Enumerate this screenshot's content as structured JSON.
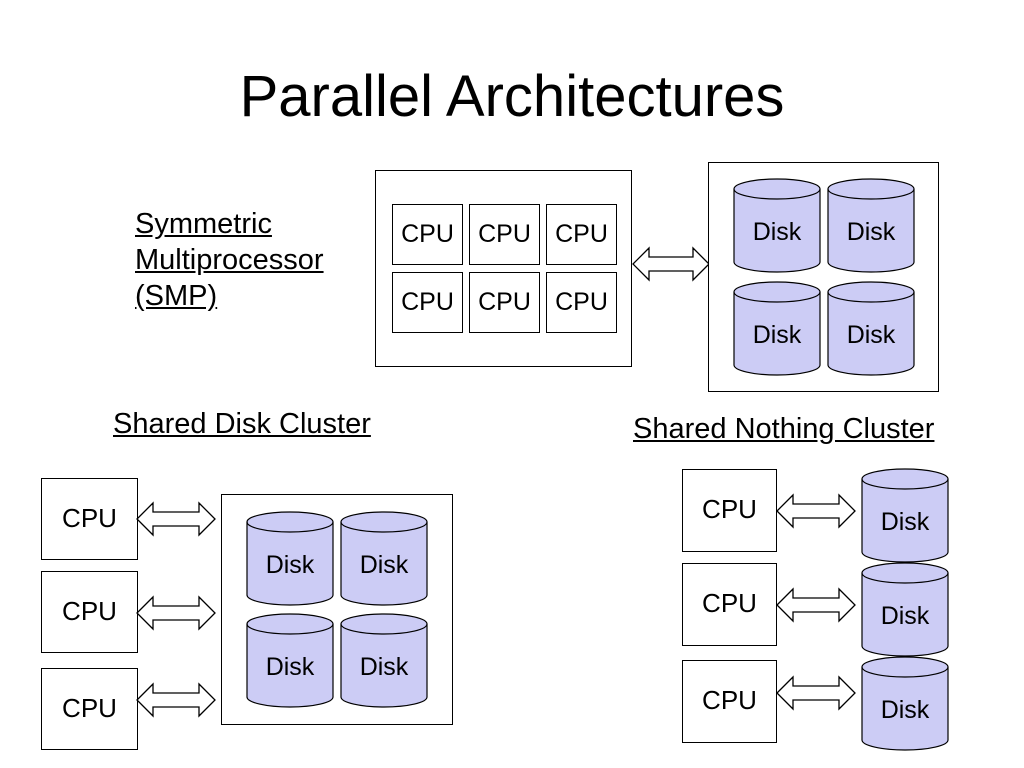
{
  "title": "Parallel Architectures",
  "smp": {
    "label_lines": [
      "Symmetric",
      "Multiprocessor",
      "(SMP)"
    ],
    "cpu_label": "CPU",
    "disk_label": "Disk"
  },
  "shared_disk": {
    "label": "Shared Disk Cluster",
    "cpu_label": "CPU",
    "disk_label": "Disk"
  },
  "shared_nothing": {
    "label": "Shared Nothing Cluster",
    "cpu_label": "CPU",
    "disk_label": "Disk"
  },
  "colors": {
    "disk_fill": "#ccccf5",
    "stroke": "#000000",
    "background": "#ffffff"
  },
  "icons": {
    "connection": "double-arrow-icon",
    "storage": "disk-cylinder-icon",
    "processor": "cpu-box"
  }
}
